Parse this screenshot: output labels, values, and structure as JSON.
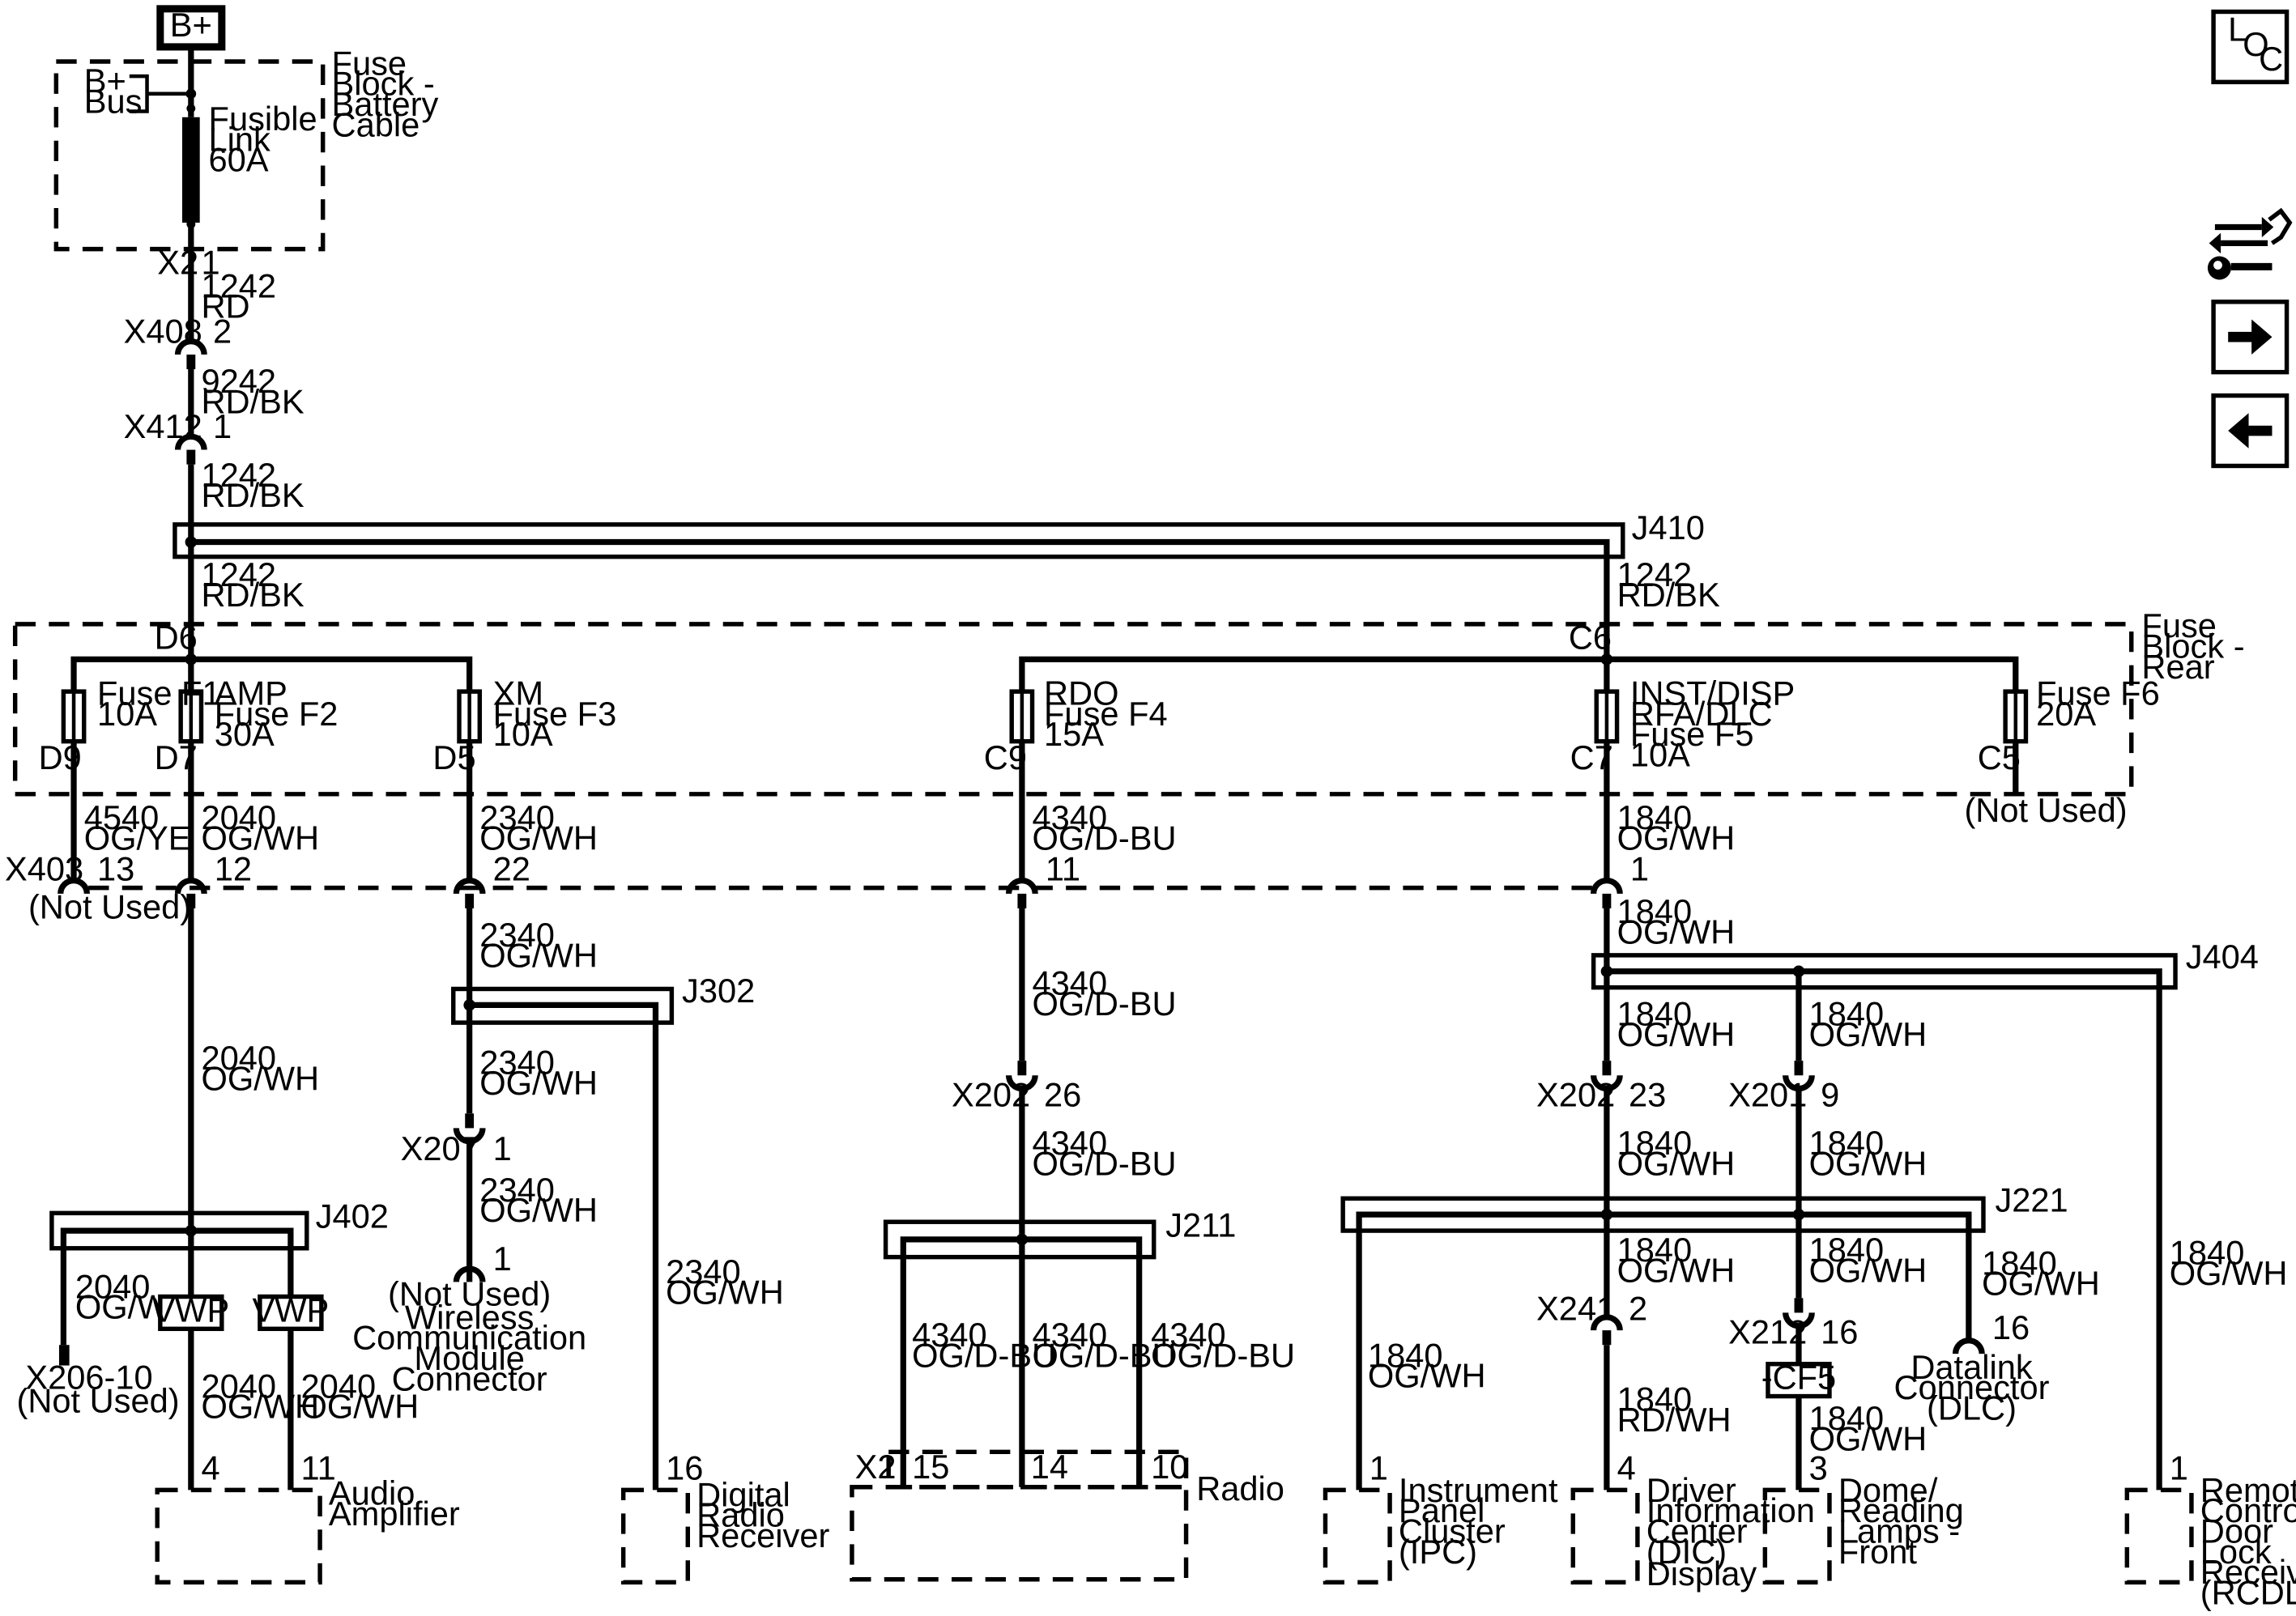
{
  "source": {
    "label": "B+",
    "bus_label": [
      "B+",
      "Bus"
    ]
  },
  "battery_cable_block": {
    "title": [
      "Fuse",
      "Block -",
      "Battery",
      "Cable"
    ],
    "fusible_link": [
      "Fusible",
      "Link",
      "60A"
    ]
  },
  "top_run": {
    "x2": {
      "conn": "X2",
      "pin": "1"
    },
    "w1242_rd": [
      "1242",
      "RD"
    ],
    "x408": {
      "conn": "X408",
      "pin": "2"
    },
    "w9242": [
      "9242",
      "RD/BK"
    ],
    "x412": {
      "conn": "X412",
      "pin": "1"
    },
    "w1242_a": [
      "1242",
      "RD/BK"
    ]
  },
  "j410": {
    "label": "J410",
    "left_wire": [
      "1242",
      "RD/BK"
    ],
    "right_wire": [
      "1242",
      "RD/BK"
    ]
  },
  "rear_block": {
    "title": [
      "Fuse",
      "Block -",
      "Rear"
    ],
    "d6": "D6",
    "c6": "C6",
    "fuses": [
      {
        "label": [
          "Fuse F1",
          "10A"
        ],
        "pin": "D9"
      },
      {
        "label": [
          "AMP",
          "Fuse F2",
          "30A"
        ],
        "pin": "D7"
      },
      {
        "label": [
          "XM",
          "Fuse F3",
          "10A"
        ],
        "pin": "D5"
      },
      {
        "label": [
          "RDO",
          "Fuse F4",
          "15A"
        ],
        "pin": "C9"
      },
      {
        "label": [
          "INST/DISP",
          "RFA/DLC",
          "Fuse F5",
          "10A"
        ],
        "pin": "C7"
      },
      {
        "label": [
          "Fuse F6",
          "20A"
        ],
        "pin": "C5"
      }
    ],
    "f6_not_used": "(Not Used)"
  },
  "x403": {
    "label": "X403",
    "wires": [
      [
        "4540",
        "OG/YE"
      ],
      [
        "2040",
        "OG/WH"
      ],
      [
        "2340",
        "OG/WH"
      ],
      [
        "4340",
        "OG/D-BU"
      ],
      [
        "1840",
        "OG/WH"
      ]
    ],
    "pins": [
      "13",
      "12",
      "22",
      "11",
      "1"
    ],
    "not_used": "(Not Used)"
  },
  "amp_branch": {
    "wire_down": [
      "2040",
      "OG/WH"
    ],
    "j402": "J402",
    "left_wire": [
      "2040",
      "OG/WH"
    ],
    "x206": [
      "X206-10",
      "(Not Used)"
    ],
    "vwp": "VWP",
    "wire_a": [
      "2040",
      "OG/WH"
    ],
    "wire_b": [
      "2040",
      "OG/WH"
    ],
    "pin_a": "4",
    "pin_b": "11",
    "device": [
      "Audio",
      "Amplifier"
    ]
  },
  "xm_branch": {
    "wire_a": [
      "2340",
      "OG/WH"
    ],
    "j302": "J302",
    "wire_b": [
      "2340",
      "OG/WH"
    ],
    "x207": {
      "conn": "X207",
      "pin": "1"
    },
    "wire_c": [
      "2340",
      "OG/WH"
    ],
    "end_pin": "1",
    "module": [
      "(Not Used)",
      "Wireless",
      "Communication",
      "Module",
      "Connector"
    ],
    "drr_wire": [
      "2340",
      "OG/WH"
    ],
    "drr_pin": "16",
    "drr": [
      "Digital",
      "Radio",
      "Receiver"
    ]
  },
  "radio_branch": {
    "wire_a": [
      "4340",
      "OG/D-BU"
    ],
    "x202": {
      "conn": "X202",
      "pin": "26"
    },
    "wire_b": [
      "4340",
      "OG/D-BU"
    ],
    "j211": "J211",
    "wires": [
      [
        "4340",
        "OG/D-BU"
      ],
      [
        "4340",
        "OG/D-BU"
      ],
      [
        "4340",
        "OG/D-BU"
      ]
    ],
    "x2": "X2",
    "pins": [
      "15",
      "14",
      "10"
    ],
    "device": "Radio"
  },
  "inst_branch": {
    "wire_a": [
      "1840",
      "OG/WH"
    ],
    "j404": "J404",
    "wire_l": [
      "1840",
      "OG/WH"
    ],
    "wire_r": [
      "1840",
      "OG/WH"
    ],
    "x202": {
      "conn": "X202",
      "pin": "23"
    },
    "x201": {
      "conn": "X201",
      "pin": "9"
    },
    "wire_l2": [
      "1840",
      "OG/WH"
    ],
    "wire_r2": [
      "1840",
      "OG/WH"
    ],
    "j221": "J221",
    "ipc_wire": [
      "1840",
      "OG/WH"
    ],
    "dic_wire": [
      "1840",
      "OG/WH"
    ],
    "x241": {
      "conn": "X241",
      "pin": "2"
    },
    "dic_wire2": [
      "1840",
      "RD/WH"
    ],
    "dome_wire": [
      "1840",
      "OG/WH"
    ],
    "x212": {
      "conn": "X212",
      "pin": "16"
    },
    "cf5": "-CF5",
    "dome_wire2": [
      "1840",
      "OG/WH"
    ],
    "dlc_wire": [
      "1840",
      "OG/WH"
    ],
    "dlc_pin": "16",
    "dlc": [
      "Datalink",
      "Connector",
      "(DLC)"
    ],
    "rcdlr_wire": [
      "1840",
      "OG/WH"
    ],
    "devices": [
      {
        "pin": "1",
        "label": [
          "Instrument",
          "Panel",
          "Cluster",
          "(IPC)"
        ]
      },
      {
        "pin": "4",
        "label": [
          "Driver",
          "Information",
          "Center",
          "(DIC)",
          "Display"
        ]
      },
      {
        "pin": "3",
        "label": [
          "Dome/",
          "Reading",
          "Lamps -",
          "Front"
        ]
      },
      {
        "pin": "1",
        "label": [
          "Remote",
          "Control",
          "Door",
          "Lock",
          "Receiver",
          "(RCDLR)"
        ]
      }
    ]
  },
  "nav": {
    "loc": [
      "L",
      "O",
      "C"
    ],
    "tool_icon": "component-view-icon",
    "next_icon": "right-arrow-icon",
    "prev_icon": "left-arrow-icon"
  }
}
